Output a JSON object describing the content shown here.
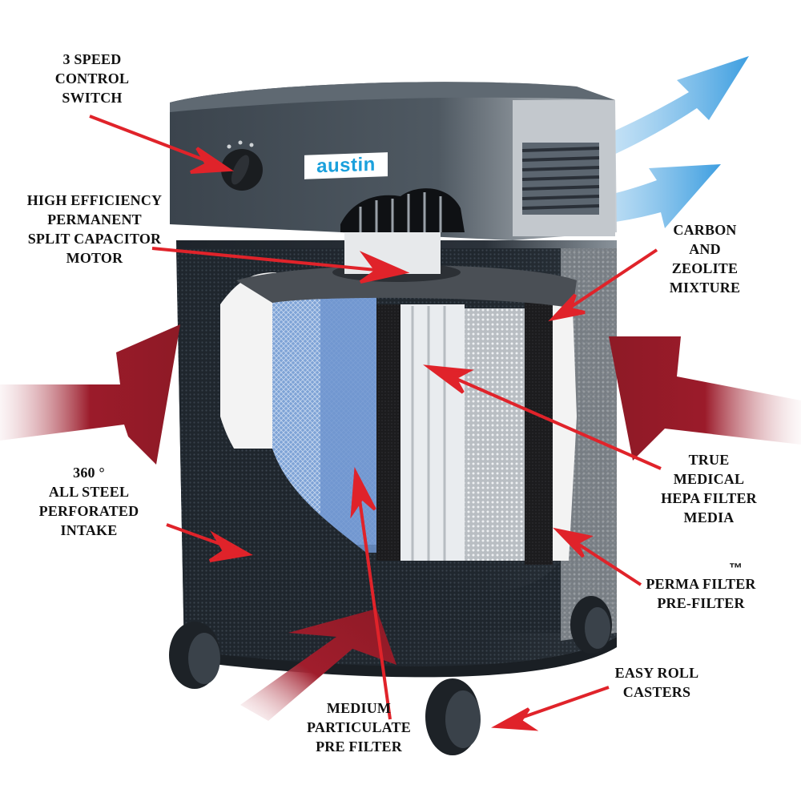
{
  "diagram": {
    "subject": "Austin air purifier cutaway",
    "brand_logo": "austin",
    "colors": {
      "background": "#ffffff",
      "callout_arrow": "#e0232a",
      "intake_arrow": "#9b1b2a",
      "output_arrow": "#4aa3e0",
      "housing": "#2a3038",
      "housing_top": "#4a5560",
      "brand_text": "#1aa0dc",
      "label_text": "#111111"
    },
    "labels": [
      {
        "id": "speed-switch",
        "lines": [
          "3 SPEED",
          "CONTROL",
          "SWITCH"
        ]
      },
      {
        "id": "motor",
        "lines": [
          "HIGH EFFICIENCY",
          "PERMANENT",
          "SPLIT CAPACITOR",
          "MOTOR"
        ]
      },
      {
        "id": "carbon",
        "lines": [
          "CARBON",
          "AND",
          "ZEOLITE",
          "MIXTURE"
        ]
      },
      {
        "id": "intake",
        "lines": [
          "360 °",
          "ALL STEEL",
          "PERFORATED",
          "INTAKE"
        ]
      },
      {
        "id": "hepa",
        "lines": [
          "TRUE",
          "MEDICAL",
          "HEPA FILTER",
          "MEDIA"
        ]
      },
      {
        "id": "perma-filter",
        "trademark": "™",
        "lines": [
          "PERMA FILTER",
          "PRE-FILTER"
        ]
      },
      {
        "id": "casters",
        "lines": [
          "EASY ROLL",
          "CASTERS"
        ]
      },
      {
        "id": "medium-filter",
        "lines": [
          "MEDIUM",
          "PARTICULATE",
          "PRE FILTER"
        ]
      }
    ]
  }
}
